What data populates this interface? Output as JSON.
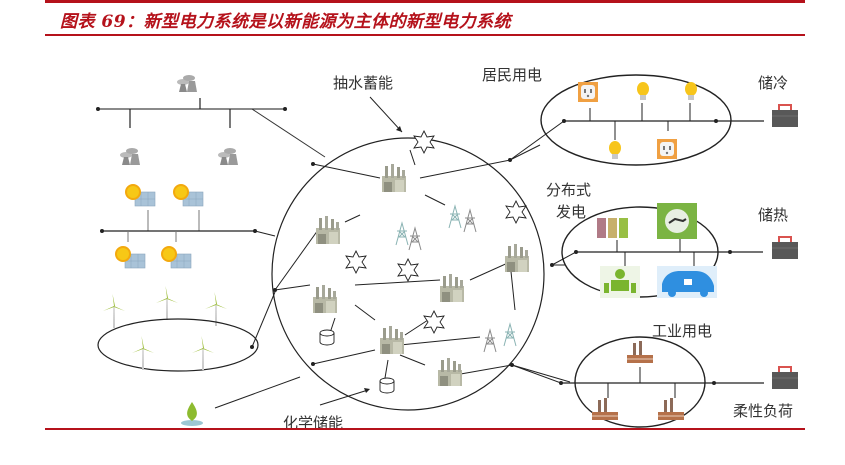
{
  "figure": {
    "title": "图表 69：新型电力系统是以新能源为主体的新型电力系统",
    "accent_color": "#b5121b"
  },
  "labels": {
    "pumped_storage": "抽水蓄能",
    "chemical_storage": "化学储能",
    "residential": "居民用电",
    "distributed_1": "分布式",
    "distributed_2": "发电",
    "industrial": "工业用电",
    "cold_storage": "储冷",
    "heat_storage": "储热",
    "flexible_load": "柔性负荷"
  },
  "icons": {
    "generation": [
      "thermal-plant-icon",
      "solar-panel-icon",
      "wind-turbine-icon",
      "hydro-drop-icon"
    ],
    "grid": [
      "factory-substation-icon",
      "transmission-tower-icon",
      "storage-star-icon",
      "storage-cylinder-icon"
    ],
    "residential": [
      "power-socket-icon",
      "light-bulb-icon"
    ],
    "distributed": [
      "battery-icon",
      "charging-plug-icon",
      "robot-icon",
      "electric-car-icon"
    ],
    "industrial": [
      "industrial-plant-icon"
    ],
    "storage": [
      "battery-case-icon"
    ]
  }
}
